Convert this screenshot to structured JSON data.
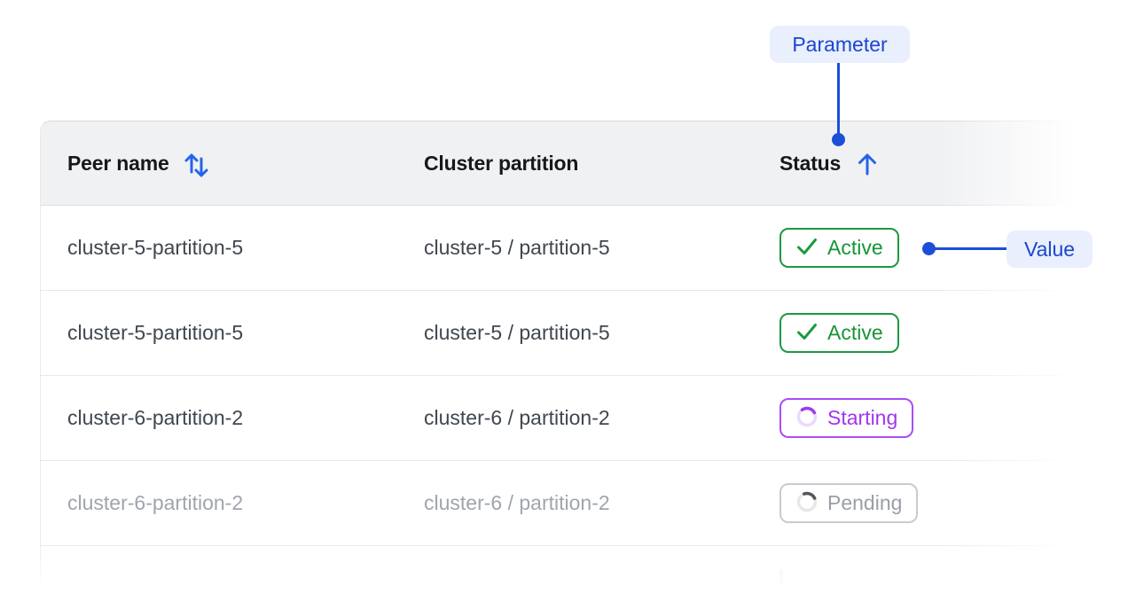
{
  "annotations": {
    "parameter_label": "Parameter",
    "value_label": "Value",
    "accent_color": "#1d4ed8",
    "pill_bg": "#e9effc"
  },
  "table": {
    "columns": [
      {
        "label": "Peer name",
        "sort_icon": "sort-both-arrows"
      },
      {
        "label": "Cluster partition",
        "sort_icon": null
      },
      {
        "label": "Status",
        "sort_icon": "arrow-up"
      }
    ],
    "rows": [
      {
        "peer": "cluster-5-partition-5",
        "partition": "cluster-5 / partition-5",
        "status": {
          "label": "Active",
          "kind": "active",
          "icon": "check-icon"
        },
        "dimmed": false
      },
      {
        "peer": "cluster-5-partition-5",
        "partition": "cluster-5 / partition-5",
        "status": {
          "label": "Active",
          "kind": "active",
          "icon": "check-icon"
        },
        "dimmed": false
      },
      {
        "peer": "cluster-6-partition-2",
        "partition": "cluster-6 / partition-2",
        "status": {
          "label": "Starting",
          "kind": "starting",
          "icon": "spinner-icon"
        },
        "dimmed": false
      },
      {
        "peer": "cluster-6-partition-2",
        "partition": "cluster-6 / partition-2",
        "status": {
          "label": "Pending",
          "kind": "pending",
          "icon": "spinner-icon"
        },
        "dimmed": true
      }
    ],
    "status_colors": {
      "active": "#169538",
      "starting": "#a235f1",
      "pending": "#999fa7"
    }
  }
}
